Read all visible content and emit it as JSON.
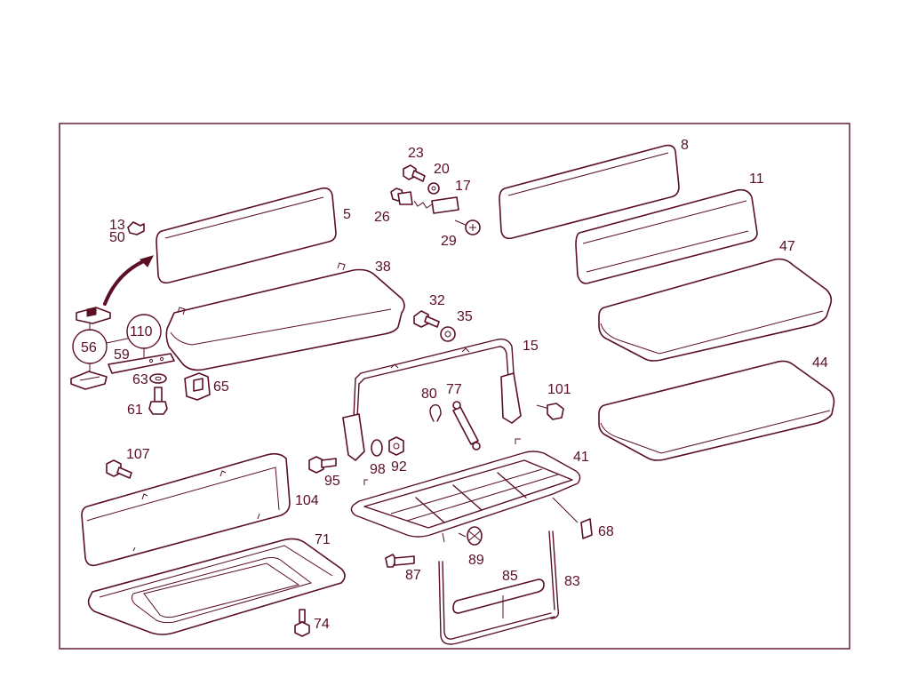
{
  "diagram": {
    "line_color": "#5a0f24",
    "background": "#ffffff",
    "parts": [
      {
        "id": "p5",
        "label": "5"
      },
      {
        "id": "p8",
        "label": "8"
      },
      {
        "id": "p11",
        "label": "11"
      },
      {
        "id": "p13",
        "label": "13"
      },
      {
        "id": "p15",
        "label": "15"
      },
      {
        "id": "p17",
        "label": "17"
      },
      {
        "id": "p20",
        "label": "20"
      },
      {
        "id": "p23",
        "label": "23"
      },
      {
        "id": "p26",
        "label": "26"
      },
      {
        "id": "p29",
        "label": "29"
      },
      {
        "id": "p32",
        "label": "32"
      },
      {
        "id": "p35",
        "label": "35"
      },
      {
        "id": "p38",
        "label": "38"
      },
      {
        "id": "p41",
        "label": "41"
      },
      {
        "id": "p44",
        "label": "44"
      },
      {
        "id": "p47",
        "label": "47"
      },
      {
        "id": "p50",
        "label": "50"
      },
      {
        "id": "p56",
        "label": "56"
      },
      {
        "id": "p59",
        "label": "59"
      },
      {
        "id": "p61",
        "label": "61"
      },
      {
        "id": "p63",
        "label": "63"
      },
      {
        "id": "p65",
        "label": "65"
      },
      {
        "id": "p68",
        "label": "68"
      },
      {
        "id": "p71",
        "label": "71"
      },
      {
        "id": "p74",
        "label": "74"
      },
      {
        "id": "p77",
        "label": "77"
      },
      {
        "id": "p80",
        "label": "80"
      },
      {
        "id": "p83",
        "label": "83"
      },
      {
        "id": "p85",
        "label": "85"
      },
      {
        "id": "p87",
        "label": "87"
      },
      {
        "id": "p89",
        "label": "89"
      },
      {
        "id": "p92",
        "label": "92"
      },
      {
        "id": "p95",
        "label": "95"
      },
      {
        "id": "p98",
        "label": "98"
      },
      {
        "id": "p101",
        "label": "101"
      },
      {
        "id": "p104",
        "label": "104"
      },
      {
        "id": "p107",
        "label": "107"
      },
      {
        "id": "p110",
        "label": "110"
      }
    ]
  }
}
